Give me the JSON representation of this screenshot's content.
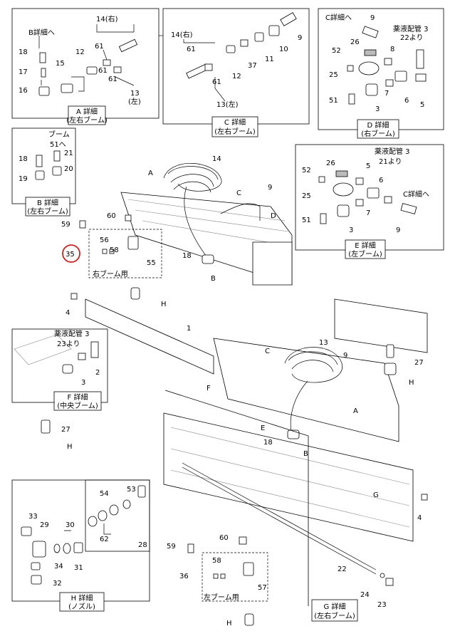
{
  "highlight_color": "#cc2222",
  "detail_A": {
    "title": "A 詳細",
    "sub": "(左右ブーム)",
    "labels": {
      "n14r": "14(右)",
      "to_b": "B詳細へ",
      "n18": "18",
      "n17": "17",
      "n16": "16",
      "n15": "15",
      "n12": "12",
      "n61a": "61",
      "n61b": "61",
      "n61c": "61",
      "n13": "13",
      "n13l": "(左)"
    }
  },
  "detail_C": {
    "title": "C 詳細",
    "sub": "(左右ブーム)",
    "labels": {
      "n14r": "14(右)",
      "n61a": "61",
      "n61b": "61",
      "n12": "12",
      "n37": "37",
      "n11": "11",
      "n10": "10",
      "n9": "9",
      "n13l": "13(左)"
    }
  },
  "detail_D": {
    "title": "D 詳細",
    "sub": "(右ブーム)",
    "labels": {
      "to_c": "C詳細へ",
      "n9": "9",
      "pipe": "薬液配管 3",
      "from": "22より",
      "n52": "52",
      "n26": "26",
      "n8": "8",
      "n25": "25",
      "n7": "7",
      "n51": "51",
      "n6": "6",
      "n5": "5",
      "n3": "3"
    }
  },
  "detail_B": {
    "title": "B 詳細",
    "sub": "(左右ブーム)",
    "labels": {
      "boom": "ブーム",
      "to51": "51へ",
      "n21": "21",
      "n18": "18",
      "n20": "20",
      "n19": "19"
    }
  },
  "detail_E": {
    "title": "E 詳細",
    "sub": "(左ブーム)",
    "labels": {
      "n26": "26",
      "pipe": "薬液配管 3",
      "from": "21より",
      "n52": "52",
      "n5": "5",
      "n6": "6",
      "n25": "25",
      "to_c": "C詳細へ",
      "n51": "51",
      "n7": "7",
      "n3": "3",
      "n9": "9"
    }
  },
  "detail_F": {
    "title": "F 詳細",
    "sub": "(中央ブーム)",
    "labels": {
      "pipe": "薬液配管 3",
      "from": "23より",
      "n2": "2",
      "n3": "3"
    }
  },
  "detail_H": {
    "title": "H 詳細",
    "sub": "(ノズル)",
    "labels": {
      "n53": "53",
      "n54": "54",
      "n62": "62",
      "n28": "28",
      "n33": "33",
      "n29": "29",
      "n30": "30",
      "n34": "34",
      "n31": "31",
      "n32": "32"
    }
  },
  "detail_G": {
    "title": "G 詳細",
    "sub": "(左右ブーム)",
    "labels": {
      "n22": "22",
      "n24": "24",
      "n23": "23"
    }
  },
  "right_group": {
    "label": "右ブーム用",
    "n60": "60",
    "n59": "59",
    "n56": "56",
    "n58": "58",
    "n35": "35",
    "n55": "55"
  },
  "left_group": {
    "label": "左ブーム用",
    "n60": "60",
    "n59": "59",
    "n36": "36",
    "n58": "58",
    "n57": "57"
  },
  "main_labels": {
    "n14": "14",
    "n9a": "9",
    "A1": "A",
    "C1": "C",
    "D1": "D",
    "n18a": "18",
    "B1": "B",
    "H1": "H",
    "n4a": "4",
    "n1": "1",
    "F1": "F",
    "n27a": "27",
    "H2": "H",
    "n13": "13",
    "n9b": "9",
    "C2": "C",
    "A2": "A",
    "E1": "E",
    "n18b": "18",
    "B2": "B",
    "n27b": "27",
    "H3": "H",
    "G1": "G",
    "n4b": "4",
    "H4": "H"
  }
}
